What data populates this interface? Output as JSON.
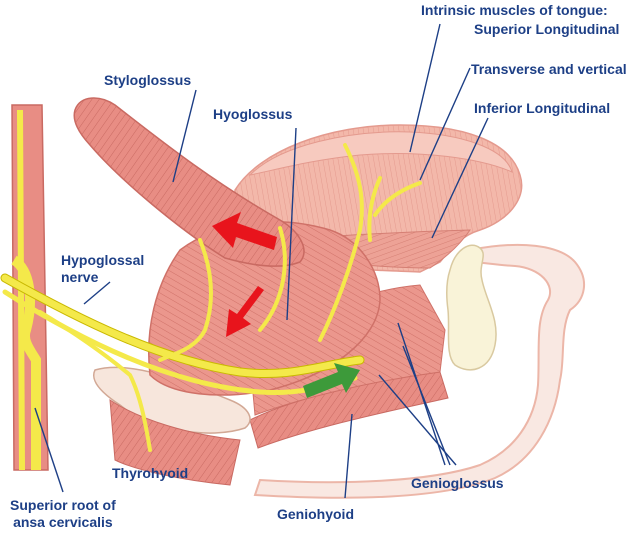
{
  "labels": {
    "intrinsic_title": "Intrinsic muscles of tongue:",
    "superior_longitudinal": "Superior Longitudinal",
    "transverse_vertical": "Transverse and vertical",
    "inferior_longitudinal": "Inferior Longitudinal",
    "styloglossus": "Styloglossus",
    "hyoglossus": "Hyoglossus",
    "hypoglossal_line1": "Hypoglossal",
    "hypoglossal_line2": "nerve",
    "thyrohyoid": "Thyrohyoid",
    "superior_root_line1": "Superior root of",
    "superior_root_line2": "ansa cervicalis",
    "geniohyoid": "Geniohyoid",
    "genioglossus": "Genioglossus"
  },
  "colors": {
    "label_text": "#1d3f86",
    "leader_line": "#1d3f86",
    "muscle": "#e88d84",
    "muscle_dark": "#d4564f",
    "muscle_light": "#f6c6bd",
    "tongue_surface": "#f3b8aa",
    "nerve": "#f4e94a",
    "nerve_outline": "#c9b800",
    "bone": "#f9f3d8",
    "jaw_outline": "#ecb6a8",
    "arrow_red": "#e8141c",
    "arrow_green": "#3d9a3a"
  },
  "arrows": [
    {
      "color": "red",
      "meaning": "pull up and back"
    },
    {
      "color": "red",
      "meaning": "pull down and back"
    },
    {
      "color": "green",
      "meaning": "protrude forward"
    }
  ]
}
